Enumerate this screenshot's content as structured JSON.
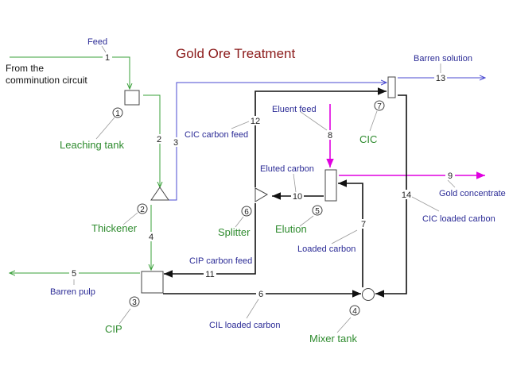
{
  "title": "Gold Ore Treatment",
  "source_note": [
    "From the",
    "comminution circuit"
  ],
  "colors": {
    "slurry": "#3aa03a",
    "solution": "#4a4ad0",
    "carbon": "#111111",
    "concentrate": "#e000e0"
  },
  "units": [
    {
      "id": "1",
      "name": "Leaching tank"
    },
    {
      "id": "2",
      "name": "Thickener"
    },
    {
      "id": "3",
      "name": "CIP"
    },
    {
      "id": "4",
      "name": "Mixer tank"
    },
    {
      "id": "5",
      "name": "Elution"
    },
    {
      "id": "6",
      "name": "Splitter"
    },
    {
      "id": "7",
      "name": "CIC"
    }
  ],
  "streams": [
    {
      "id": "1",
      "label": "Feed",
      "type": "slurry"
    },
    {
      "id": "2",
      "label": "",
      "type": "slurry"
    },
    {
      "id": "3",
      "label": "",
      "type": "solution"
    },
    {
      "id": "4",
      "label": "",
      "type": "slurry"
    },
    {
      "id": "5",
      "label": "Barren pulp",
      "type": "slurry"
    },
    {
      "id": "6",
      "label": "CIL loaded carbon",
      "type": "carbon"
    },
    {
      "id": "7",
      "label": "Loaded carbon",
      "type": "carbon"
    },
    {
      "id": "8",
      "label": "Eluent feed",
      "type": "concentrate"
    },
    {
      "id": "9",
      "label": "Gold concentrate",
      "type": "concentrate"
    },
    {
      "id": "10",
      "label": "Eluted carbon",
      "type": "carbon"
    },
    {
      "id": "11",
      "label": "CIP carbon feed",
      "type": "carbon"
    },
    {
      "id": "12",
      "label": "CIC carbon feed",
      "type": "carbon"
    },
    {
      "id": "13",
      "label": "Barren solution",
      "type": "solution"
    },
    {
      "id": "14",
      "label": "CIC loaded carbon",
      "type": "carbon"
    }
  ]
}
